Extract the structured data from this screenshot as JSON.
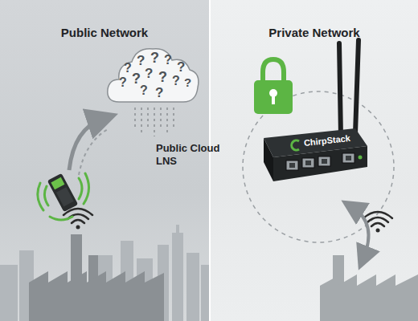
{
  "diagram": {
    "nodes": [
      {
        "text": [
          "Public Network"
        ]
      },
      {
        "text": [
          "?",
          "?",
          "?",
          "?",
          "?",
          "?",
          "?",
          "?",
          "?",
          "?",
          "?",
          "?",
          "?",
          "Public Cloud LNS"
        ],
        "in": 0
      },
      {
        "text": [
          "Private Network"
        ]
      },
      {
        "text": [
          "ChirpStack"
        ],
        "in": 2
      }
    ]
  }
}
